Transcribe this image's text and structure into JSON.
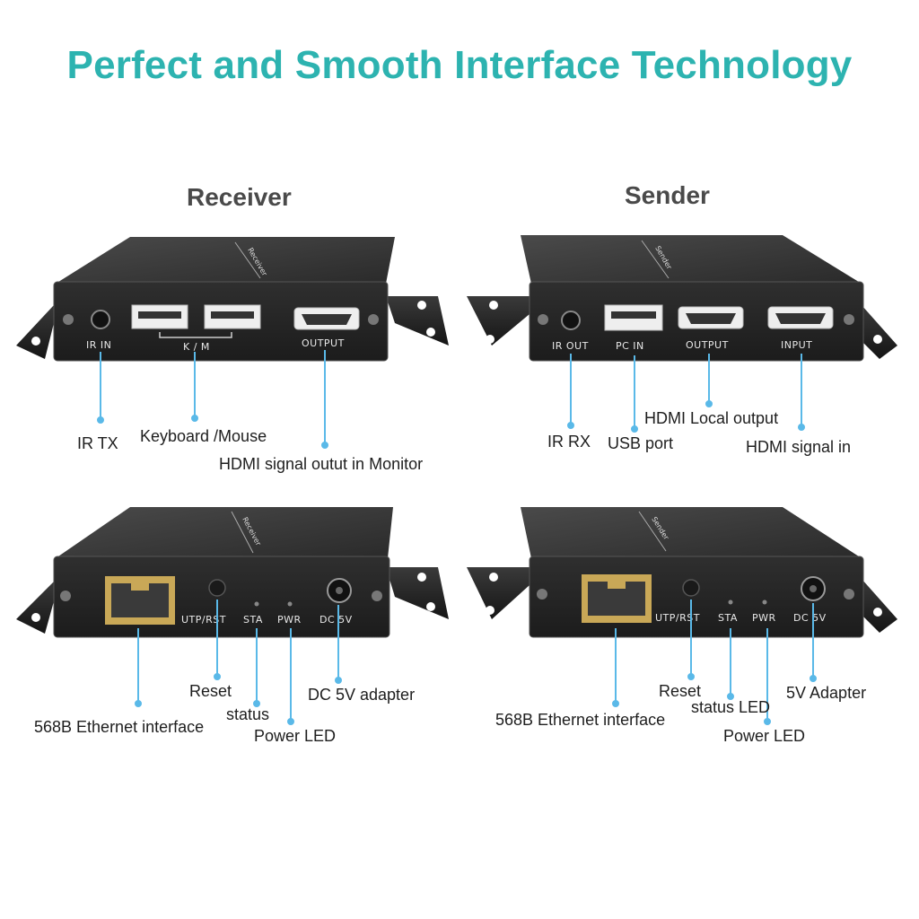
{
  "headline": "Perfect and Smooth Interface Technology",
  "groups": {
    "receiver": "Receiver",
    "sender": "Sender"
  },
  "receiver_front": {
    "panel_labels": [
      "IR IN",
      "K / M",
      "OUTPUT"
    ],
    "top_label": "Receiver",
    "callouts": [
      "IR TX",
      "Keyboard /Mouse",
      "HDMI signal outut in Monitor"
    ]
  },
  "sender_front": {
    "panel_labels": [
      "IR OUT",
      "PC IN",
      "OUTPUT",
      "INPUT"
    ],
    "top_label": "Sender",
    "callouts": [
      "IR RX",
      "USB port",
      "HDMI Local output",
      "HDMI signal in"
    ]
  },
  "receiver_back": {
    "panel_labels": [
      "UTP/RST",
      "STA",
      "PWR",
      "DC 5V"
    ],
    "top_label": "Receiver",
    "callouts": [
      "568B Ethernet interface",
      "Reset",
      "status",
      "Power LED",
      "DC 5V adapter"
    ]
  },
  "sender_back": {
    "panel_labels": [
      "UTP/RST",
      "STA",
      "PWR",
      "DC 5V"
    ],
    "top_label": "Sender",
    "callouts": [
      "568B Ethernet interface",
      "Reset",
      "status LED",
      "Power LED",
      "5V Adapter"
    ]
  },
  "colors": {
    "headline": "#2db3b0",
    "group_title": "#4a4a4a",
    "leader_line": "#5ab9e8",
    "device_body": "#2e2e2e",
    "device_top": "#3b3b3b",
    "rj45_gold": "#c9a857"
  }
}
